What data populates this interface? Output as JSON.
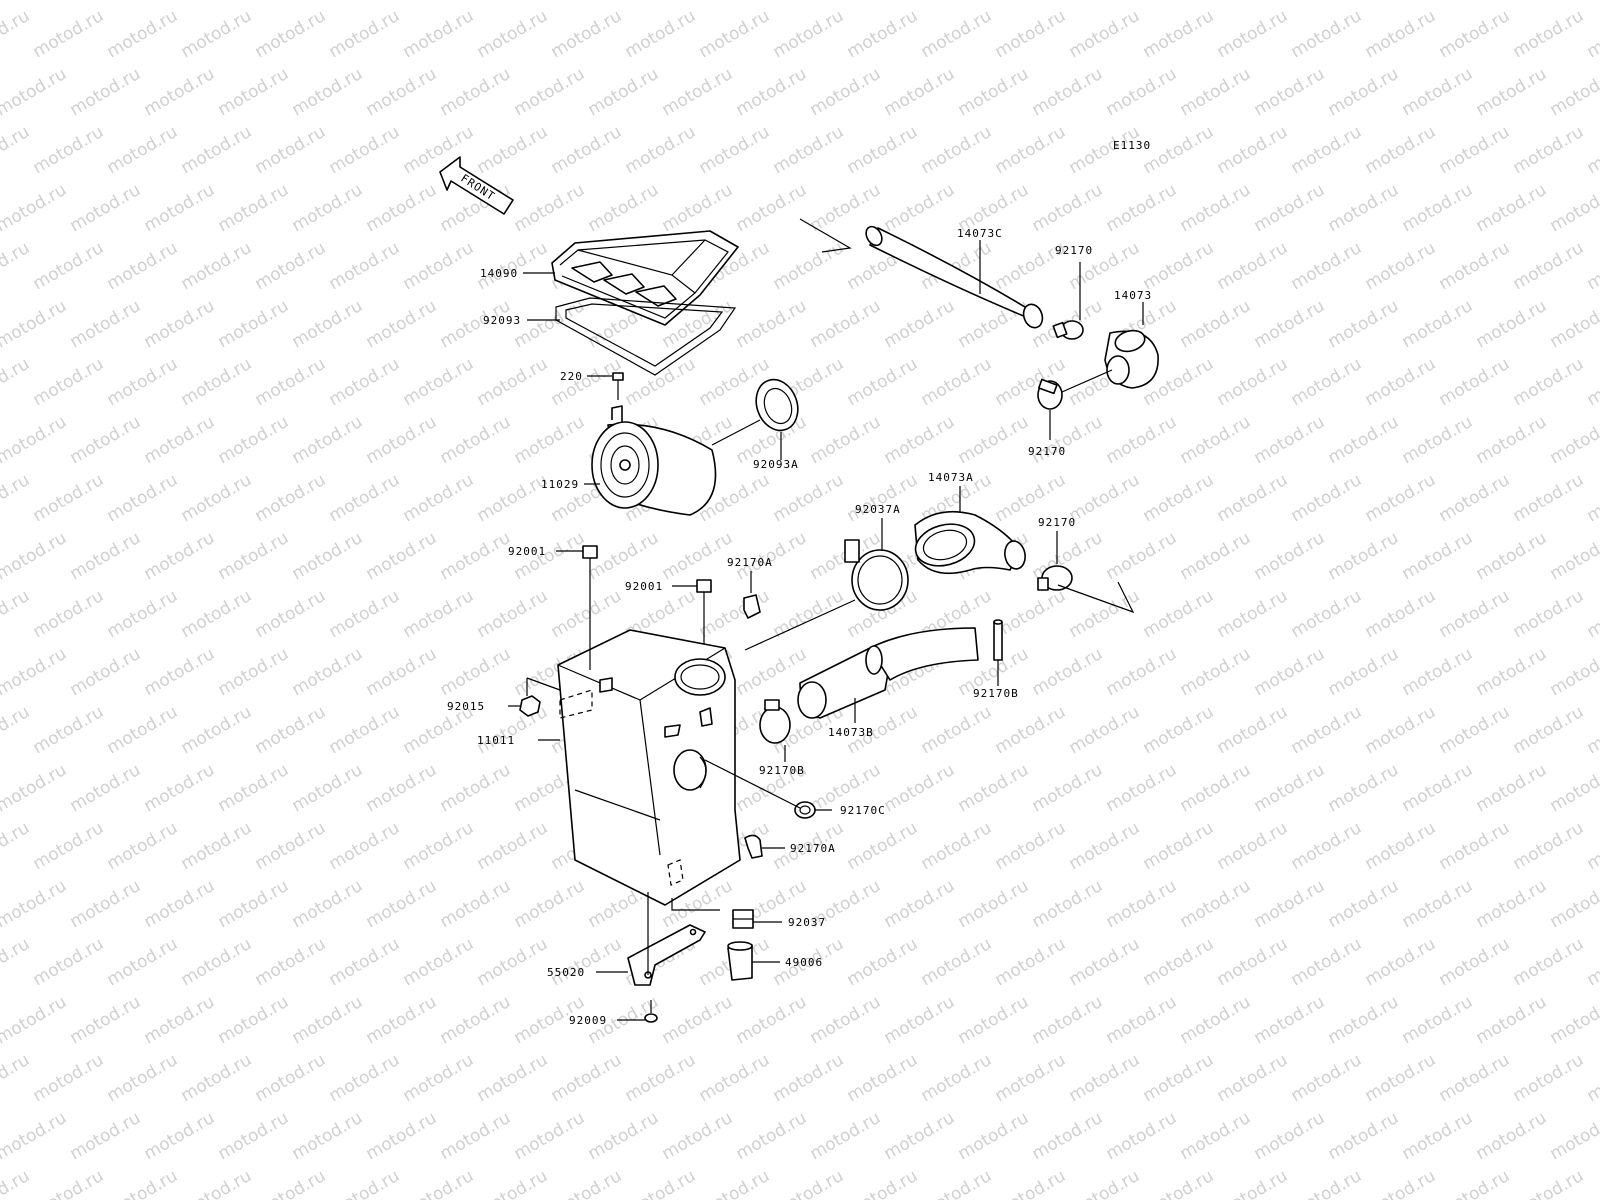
{
  "watermark": "motod.ru",
  "diagram_code": "E1130",
  "front_label": "FRONT",
  "labels": {
    "p14090": "14090",
    "p92093": "92093",
    "p220": "220",
    "p92093A": "92093A",
    "p11029": "11029",
    "p14073C": "14073C",
    "p92170_top": "92170",
    "p14073": "14073",
    "p92170_mid": "92170",
    "p14073A": "14073A",
    "p92037A": "92037A",
    "p92170_right": "92170",
    "p92001_left": "92001",
    "p92001_mid": "92001",
    "p92170A_top": "92170A",
    "p92015": "92015",
    "p11011": "11011",
    "p92170B_right": "92170B",
    "p14073B": "14073B",
    "p92170B_mid": "92170B",
    "p92170C": "92170C",
    "p92170A_bot": "92170A",
    "p92037": "92037",
    "p49006": "49006",
    "p55020": "55020",
    "p92009": "92009"
  },
  "colors": {
    "line": "#000000",
    "watermark": "#d0d0d0",
    "background": "#ffffff"
  }
}
